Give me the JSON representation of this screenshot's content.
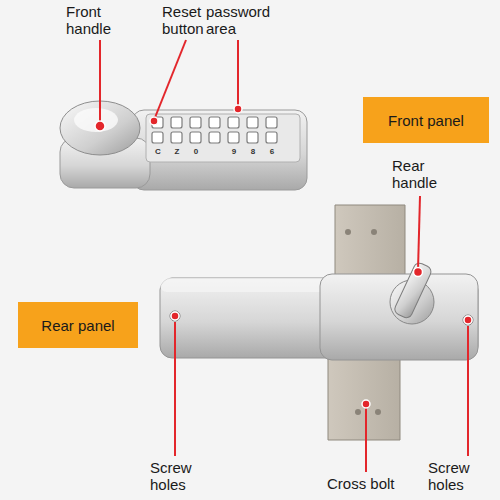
{
  "diagram": {
    "nodes": [
      {
        "text": [
          "Front panel"
        ]
      },
      {
        "text": [
          "Rear panel"
        ]
      }
    ],
    "labels": [
      "Front handle",
      "Reset button",
      "password area",
      "C",
      "Z",
      "0",
      "9",
      "8",
      "6",
      "Rear handle",
      "Screw holes",
      "Cross bolt",
      "Screw holes"
    ]
  }
}
